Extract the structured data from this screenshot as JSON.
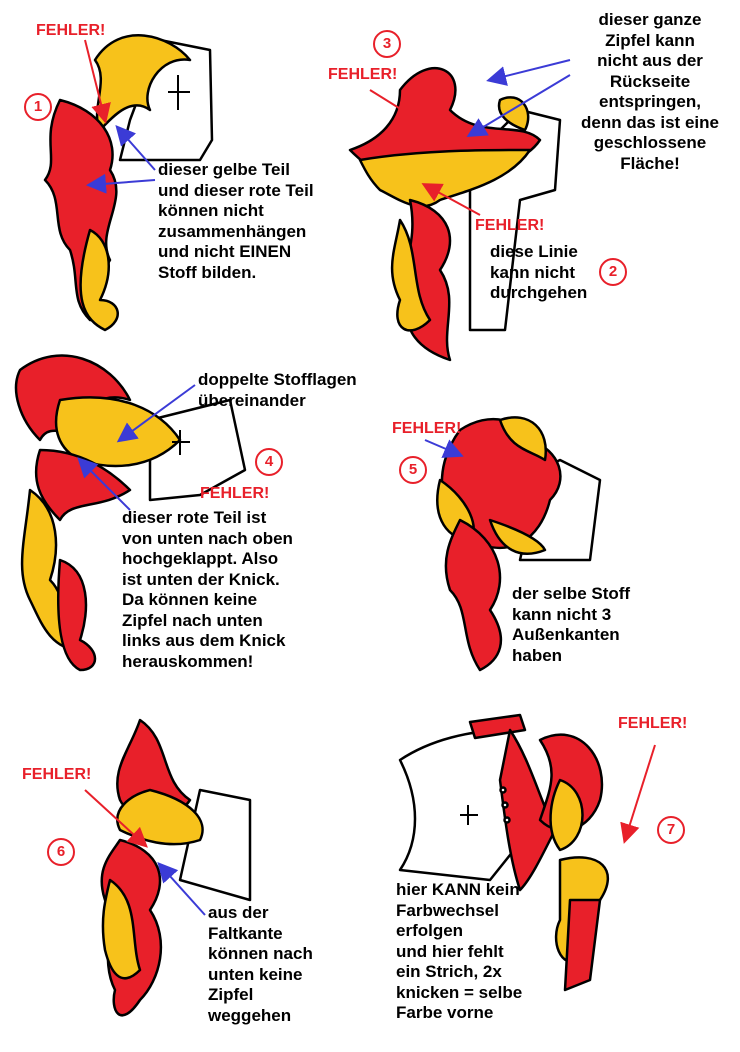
{
  "colors": {
    "red": "#e8202a",
    "yellow": "#f7c21b",
    "blue": "#3b3bd6",
    "outline": "#000000"
  },
  "error_label": "FEHLER!",
  "panels": [
    {
      "number": "1",
      "lines": [
        "dieser gelbe Teil",
        "und dieser rote Teil",
        "können nicht",
        "zusammenhängen",
        "und nicht EINEN",
        "Stoff bilden."
      ]
    },
    {
      "number": "3",
      "lines": [
        "dieser ganze",
        "Zipfel kann",
        "nicht aus der",
        "Rückseite",
        "entspringen,",
        "denn das ist eine",
        "geschlossene",
        "Fläche!"
      ]
    },
    {
      "number": "2",
      "lines": [
        "diese Linie",
        "kann nicht",
        "durchgehen"
      ]
    },
    {
      "number": "4",
      "top_lines": [
        "doppelte Stofflagen",
        "übereinander"
      ],
      "lines": [
        "dieser rote Teil ist",
        "von unten nach oben",
        "hochgeklappt. Also",
        "ist unten der Knick.",
        "Da können keine",
        "Zipfel nach unten",
        "links aus dem Knick",
        "herauskommen!"
      ]
    },
    {
      "number": "5",
      "lines": [
        "der selbe Stoff",
        "kann nicht 3",
        "Außenkanten",
        "haben"
      ]
    },
    {
      "number": "6",
      "lines": [
        "aus der",
        "Faltkante",
        "können nach",
        "unten keine",
        "Zipfel",
        "weggehen"
      ]
    },
    {
      "number": "7",
      "lines": [
        "hier KANN kein",
        "Farbwechsel",
        "erfolgen",
        "und hier fehlt",
        "ein Strich, 2x",
        "knicken = selbe",
        "Farbe vorne"
      ]
    }
  ]
}
